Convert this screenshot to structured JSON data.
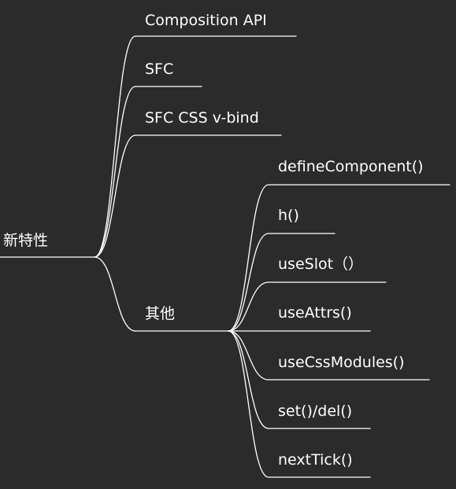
{
  "mindmap": {
    "root": {
      "label": "新特性"
    },
    "branches": [
      {
        "label": "Composition API"
      },
      {
        "label": "SFC"
      },
      {
        "label": "SFC CSS v-bind"
      },
      {
        "label": "其他",
        "children": [
          {
            "label": "defineComponent()"
          },
          {
            "label": "h()"
          },
          {
            "label": "useSlot（）"
          },
          {
            "label": "useAttrs()"
          },
          {
            "label": "useCssModules()"
          },
          {
            "label": "set()/del()"
          },
          {
            "label": "nextTick()"
          }
        ]
      }
    ]
  },
  "colors": {
    "background": "#2b2b2b",
    "text": "#ffffff",
    "line": "#ffffff"
  }
}
